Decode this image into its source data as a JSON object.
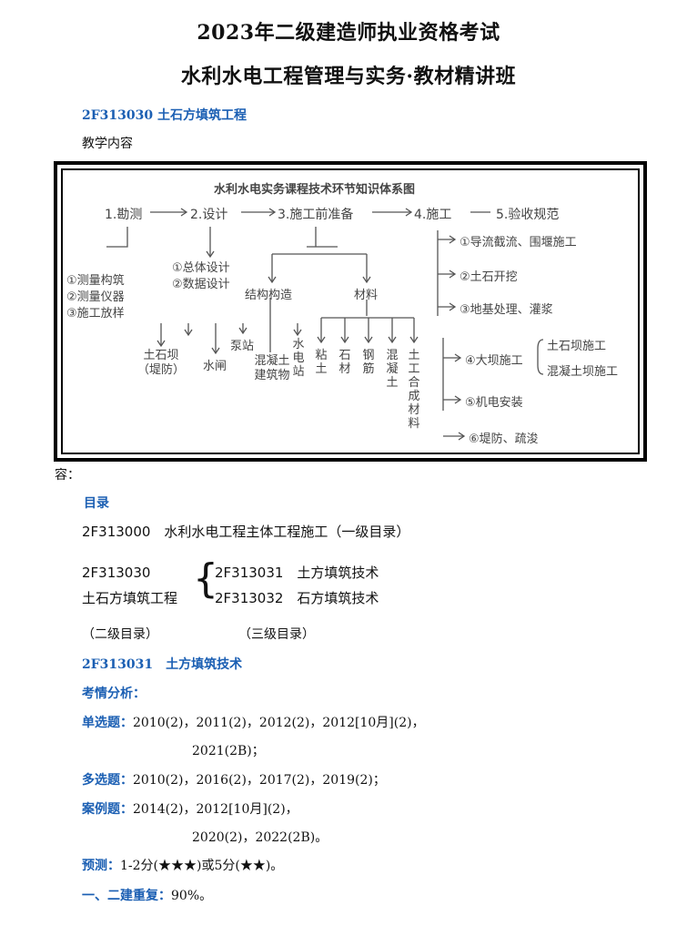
{
  "header": {
    "title1": "2023年二级建造师执业资格考试",
    "title2": "水利水电工程管理与实务·教材精讲班"
  },
  "section": {
    "code_title": "2F313030 土石方填筑工程",
    "teaching_content": "教学内容",
    "cut_label": "容："
  },
  "diagram": {
    "heading": "水利水电实务课程技术环节知识体系图",
    "steps": [
      "1.勘测",
      "2.设计",
      "3.施工前准备",
      "4.施工",
      "5.验收规范"
    ],
    "survey_items": [
      "①测量构筑",
      "②测量仪器",
      "③施工放样"
    ],
    "design_items": [
      "①总体设计",
      "②数据设计"
    ],
    "prep_branches": [
      "结构构造",
      "材料"
    ],
    "structure_items": [
      "土石坝（堤防）",
      "水闸",
      "泵站",
      "混凝土建筑物",
      "水电站"
    ],
    "material_items": [
      "粘土",
      "石材",
      "钢筋",
      "混凝土",
      "土工合成材料"
    ],
    "construction_items": [
      "①导流截流、围堰施工",
      "②土石开挖",
      "③地基处理、灌浆",
      "④大坝施工",
      "⑤机电安装",
      "⑥堤防、疏浚"
    ],
    "dam_sub_items": [
      "土石坝施工",
      "混凝土坝施工"
    ]
  },
  "toc": {
    "heading": "目录",
    "level1": "2F313000　水利水电工程主体工程施工（一级目录）",
    "level2_code": "2F313030",
    "level2_name": "土石方填筑工程",
    "level3": [
      "2F313031　土方填筑技术",
      "2F313032　石方填筑技术"
    ],
    "level2_note": "（二级目录）",
    "level3_note": "（三级目录）"
  },
  "topic": {
    "title": "2F313031　土方填筑技术",
    "analysis_label": "考情分析：",
    "single_label": "单选题：",
    "single_line1": "2010(2)，2011(2)，2012(2)，2012[10月](2)，",
    "single_line2": "2021(2B)；",
    "multi_label": "多选题：",
    "multi_text": "2010(2)，2016(2)，2017(2)，2019(2)；",
    "case_label": "案例题：",
    "case_line1": "2014(2)，2012[10月](2)，",
    "case_line2": "2020(2)，2022(2B)。",
    "predict_label": "预测：",
    "predict_text": "1-2分(★★★)或5分(★★)。",
    "repeat_label": "一、二建重复：",
    "repeat_text": "90%。"
  }
}
